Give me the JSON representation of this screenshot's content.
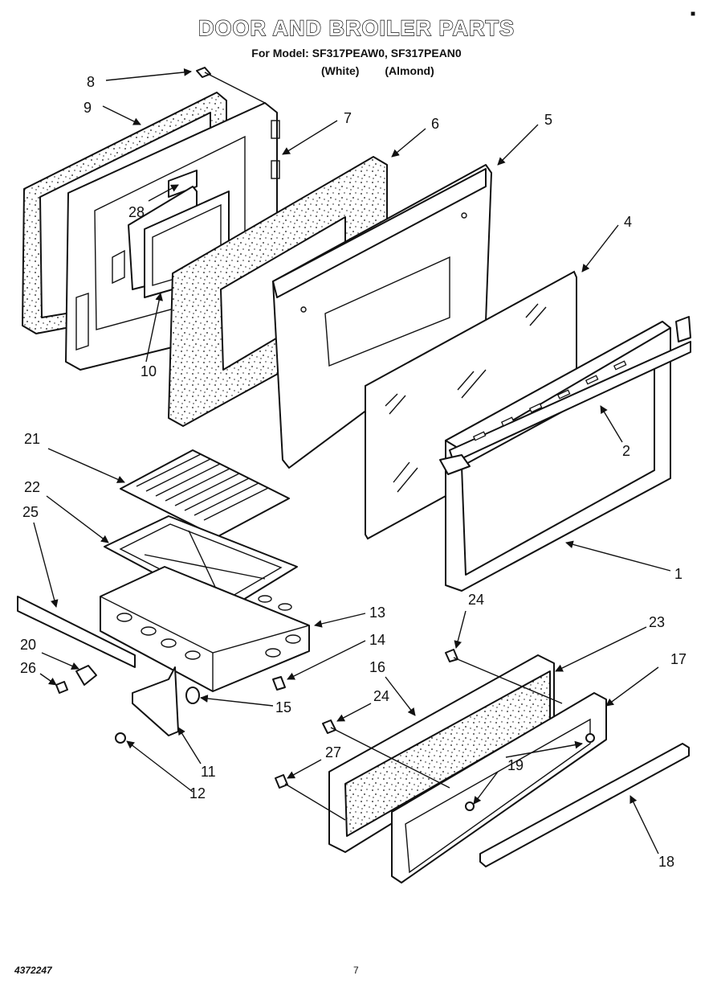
{
  "header": {
    "title": "DOOR AND BROILER PARTS",
    "models": "For Model: SF317PEAW0, SF317PEAN0",
    "color_white": "(White)",
    "color_almond": "(Almond)"
  },
  "callouts": {
    "c1": "1",
    "c2": "2",
    "c4": "4",
    "c5": "5",
    "c6": "6",
    "c7": "7",
    "c8": "8",
    "c9": "9",
    "c10": "10",
    "c11": "11",
    "c12": "12",
    "c13": "13",
    "c14": "14",
    "c15": "15",
    "c16": "16",
    "c17": "17",
    "c18": "18",
    "c19": "19",
    "c20": "20",
    "c21": "21",
    "c22": "22",
    "c23": "23",
    "c24a": "24",
    "c24b": "24",
    "c25": "25",
    "c26": "26",
    "c27": "27",
    "c28": "28"
  },
  "footer": {
    "doc_number": "4372247",
    "page_number": "7"
  }
}
